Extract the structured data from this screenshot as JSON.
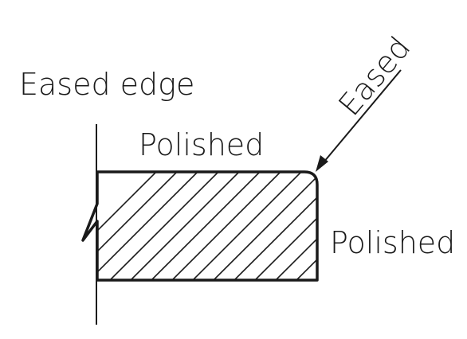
{
  "diagram": {
    "title": "Eased edge",
    "labels": {
      "top_surface": "Polished",
      "corner": "Eased",
      "side_surface": "Polished"
    },
    "colors": {
      "line": "#1a1a1a",
      "background": "#ffffff"
    }
  }
}
